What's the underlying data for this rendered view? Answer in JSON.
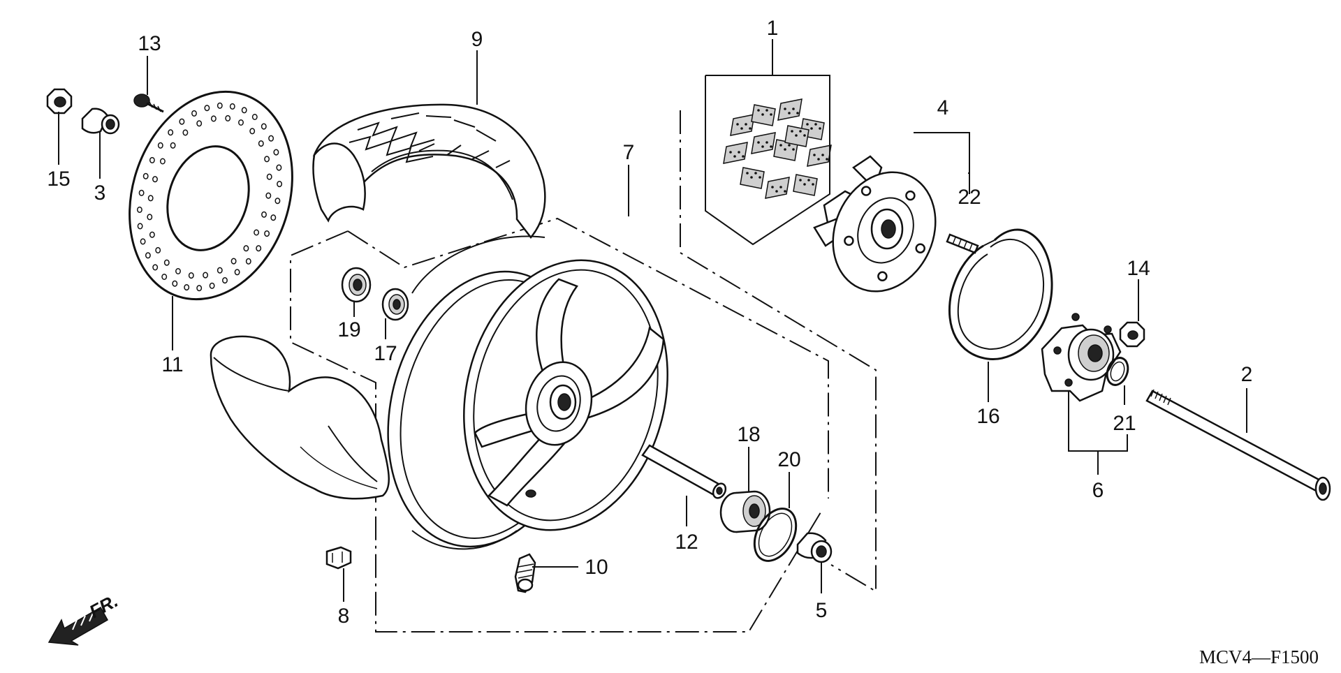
{
  "diagram": {
    "drawing_code": "MCV4—F1500",
    "direction_label": "FR.",
    "callouts": {
      "c1": "1",
      "c2": "2",
      "c3": "3",
      "c4": "4",
      "c5": "5",
      "c6": "6",
      "c7": "7",
      "c8": "8",
      "c9": "9",
      "c10": "10",
      "c11": "11",
      "c12": "12",
      "c13": "13",
      "c14": "14",
      "c15": "15",
      "c16": "16",
      "c17": "17",
      "c18": "18",
      "c19": "19",
      "c20": "20",
      "c21": "21",
      "c22": "22"
    }
  }
}
